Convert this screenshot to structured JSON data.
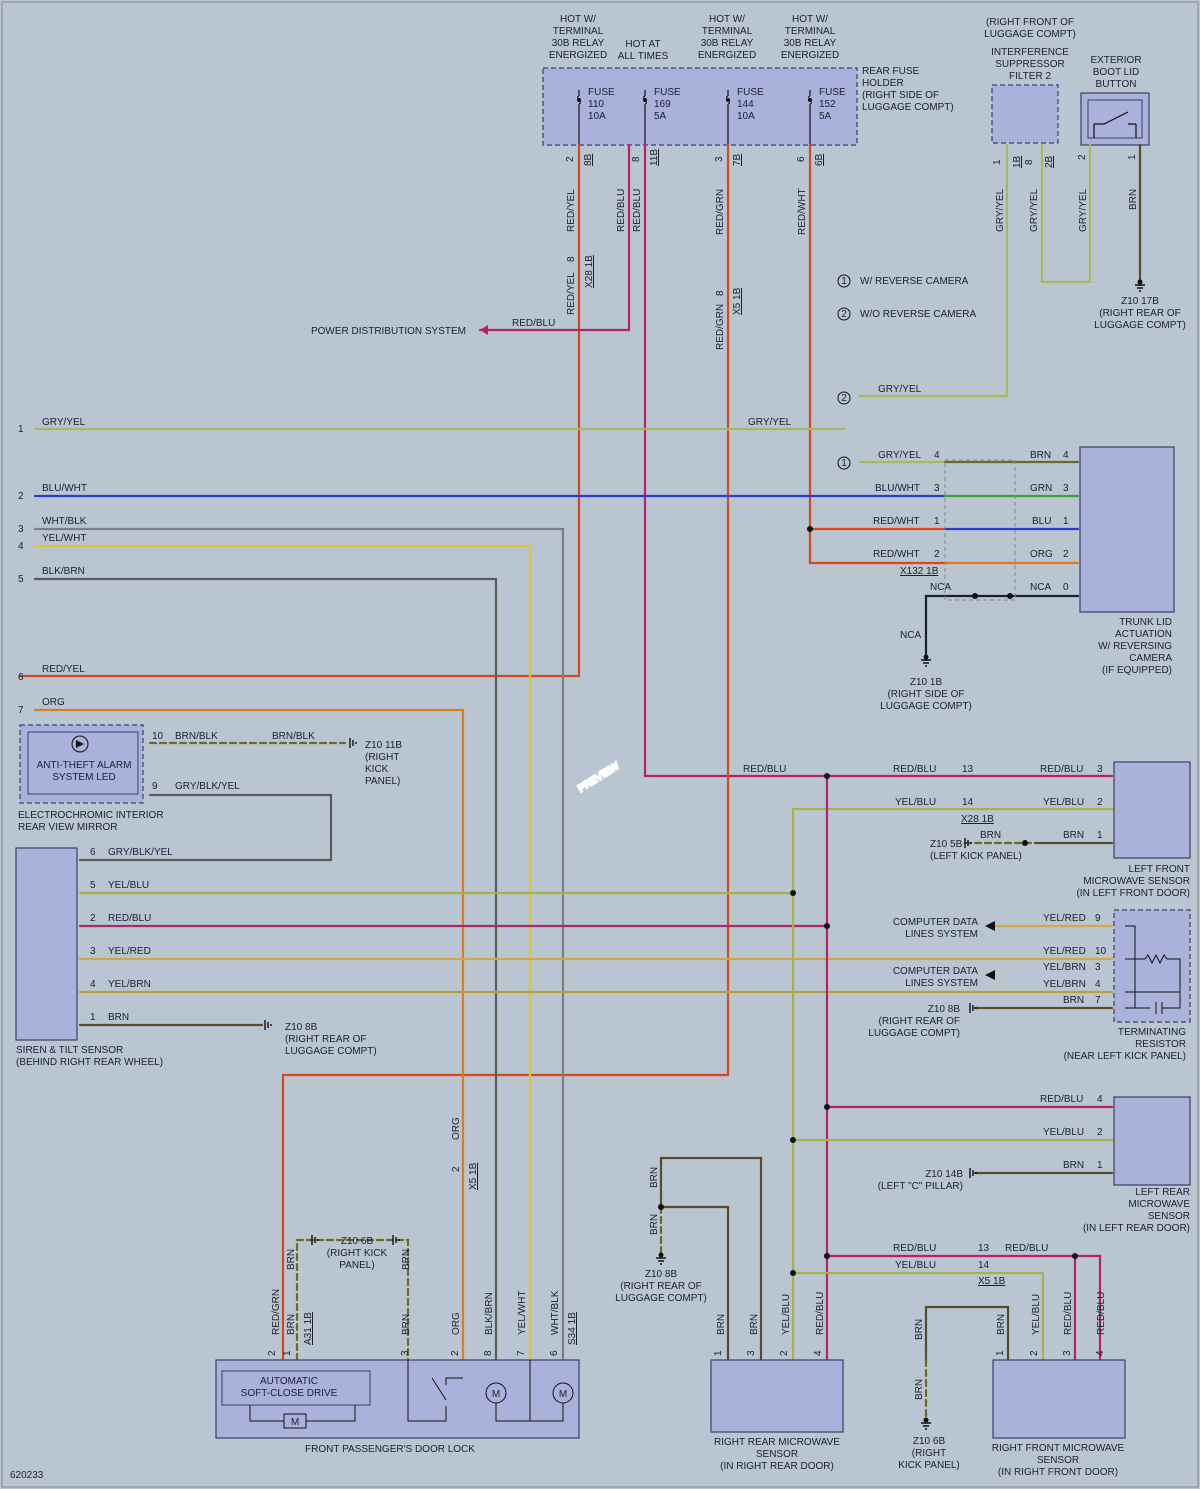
{
  "diagram_id": "620233",
  "watermark": "PREVIEW",
  "fuse_box": {
    "header_30b_left": [
      "HOT W/",
      "TERMINAL",
      "30B RELAY",
      "ENERGIZED"
    ],
    "header_hot_all": [
      "HOT AT",
      "ALL TIMES"
    ],
    "header_30b_mid": [
      "HOT W/",
      "TERMINAL",
      "30B RELAY",
      "ENERGIZED"
    ],
    "header_30b_right": [
      "HOT W/",
      "TERMINAL",
      "30B RELAY",
      "ENERGIZED"
    ],
    "name": [
      "REAR FUSE",
      "HOLDER",
      "(RIGHT SIDE OF",
      "LUGGAGE COMPT)"
    ],
    "fuses": [
      {
        "label": "FUSE",
        "num": "110",
        "amp": "10A",
        "pin": "2",
        "conn": "8B"
      },
      {
        "label": "FUSE",
        "num": "169",
        "amp": "5A",
        "pin": "8",
        "conn": "11B"
      },
      {
        "label": "FUSE",
        "num": "144",
        "amp": "10A",
        "pin": "3",
        "conn": "7B"
      },
      {
        "label": "FUSE",
        "num": "152",
        "amp": "5A",
        "pin": "6",
        "conn": "6B"
      }
    ]
  },
  "suppressor": {
    "location": [
      "(RIGHT FRONT OF",
      "LUGGAGE COMPT)"
    ],
    "name": [
      "INTERFERENCE",
      "SUPPRESSOR",
      "FILTER 2"
    ],
    "pin1": "1",
    "conn1": "1B",
    "pin2": "8",
    "conn2": "2B"
  },
  "boot_button": {
    "name": [
      "EXTERIOR",
      "BOOT LID",
      "BUTTON"
    ],
    "pin_a": "2",
    "pin_b": "1"
  },
  "legend": [
    {
      "num": "1",
      "text": "W/ REVERSE CAMERA"
    },
    {
      "num": "2",
      "text": "W/O REVERSE CAMERA"
    }
  ],
  "wires": {
    "red_yel": "RED/YEL",
    "red_blu": "RED/BLU",
    "red_grn": "RED/GRN",
    "red_wht": "RED/WHT",
    "gry_yel": "GRY/YEL",
    "brn": "BRN",
    "blu_wht": "BLU/WHT",
    "wht_blk": "WHT/BLK",
    "yel_wht": "YEL/WHT",
    "blk_brn": "BLK/BRN",
    "org": "ORG",
    "brn_blk": "BRN/BLK",
    "gry_blk_yel": "GRY/BLK/YEL",
    "yel_blu": "YEL/BLU",
    "yel_red": "YEL/RED",
    "yel_brn": "YEL/BRN",
    "grn": "GRN",
    "blu": "BLU",
    "nca": "NCA"
  },
  "connectors": {
    "x28": "X28 1B",
    "x5": "X5 1B",
    "x132": "X132 1B",
    "a31": "A31 1B",
    "s34": "S34 1B",
    "x28_pin": "8",
    "x5_pin": "8",
    "x5_org_pin": "2"
  },
  "pdist": "POWER DISTRIBUTION SYSTEM",
  "left_pins": [
    "1",
    "2",
    "3",
    "4",
    "5",
    "6",
    "7"
  ],
  "grounds": {
    "z10_17b": [
      "Z10 17B",
      "(RIGHT REAR OF",
      "LUGGAGE COMPT)"
    ],
    "z10_1b": [
      "Z10 1B",
      "(RIGHT SIDE OF",
      "LUGGAGE COMPT)"
    ],
    "z10_11b": [
      "Z10 11B",
      "(RIGHT",
      "KICK",
      "PANEL)"
    ],
    "z10_8b_a": [
      "Z10 8B",
      "(RIGHT REAR OF",
      "LUGGAGE COMPT)"
    ],
    "z10_5b": [
      "Z10 5B",
      "(LEFT KICK PANEL)"
    ],
    "z10_8b_b": [
      "Z10 8B",
      "(RIGHT REAR OF",
      "LUGGAGE COMPT)"
    ],
    "z10_14b": [
      "Z10 14B",
      "(LEFT \"C\" PILLAR)"
    ],
    "z10_6b_a": [
      "Z10 6B",
      "(RIGHT KICK",
      "PANEL)"
    ],
    "z10_8b_c": [
      "Z10 8B",
      "(RIGHT REAR OF",
      "LUGGAGE COMPT)"
    ],
    "z10_6b_b": [
      "Z10 6B",
      "(RIGHT",
      "KICK PANEL)"
    ]
  },
  "camera": {
    "name": [
      "TRUNK LID",
      "ACTUATION",
      "W/ REVERSING",
      "CAMERA",
      "(IF EQUIPPED)"
    ],
    "left_pins": [
      "4",
      "3",
      "1",
      "2"
    ],
    "right_pins": [
      "4",
      "3",
      "1",
      "2",
      "0"
    ]
  },
  "mirror": {
    "led": [
      "ANTI-THEFT ALARM",
      "SYSTEM LED"
    ],
    "name": [
      "ELECTROCHROMIC INTERIOR",
      "REAR VIEW MIRROR"
    ],
    "pin10": "10",
    "pin9": "9"
  },
  "siren": {
    "name": [
      "SIREN & TILT SENSOR",
      "(BEHIND RIGHT REAR WHEEL)"
    ],
    "pins": [
      "6",
      "5",
      "2",
      "3",
      "4",
      "1"
    ]
  },
  "lf_sensor": {
    "name": [
      "LEFT FRONT",
      "MICROWAVE SENSOR",
      "(IN LEFT FRONT DOOR)"
    ],
    "pins": [
      "3",
      "2",
      "1"
    ],
    "conn_pins": [
      "13",
      "14"
    ]
  },
  "term_res": {
    "name": [
      "TERMINATING",
      "RESISTOR",
      "(NEAR LEFT KICK PANEL)"
    ],
    "pins": [
      "9",
      "10",
      "3",
      "4",
      "7"
    ]
  },
  "cds": [
    "COMPUTER DATA",
    "LINES SYSTEM"
  ],
  "lr_sensor": {
    "name": [
      "LEFT REAR",
      "MICROWAVE",
      "SENSOR",
      "(IN LEFT REAR DOOR)"
    ],
    "pins": [
      "4",
      "2",
      "1"
    ]
  },
  "door_lock": {
    "drive": [
      "AUTOMATIC",
      "SOFT-CLOSE DRIVE"
    ],
    "name": "FRONT PASSENGER'S DOOR LOCK",
    "pins": [
      "2",
      "1",
      "3",
      "2",
      "8",
      "7",
      "6"
    ]
  },
  "rr_sensor": {
    "name": [
      "RIGHT REAR MICROWAVE",
      "SENSOR",
      "(IN RIGHT REAR DOOR)"
    ],
    "pins": [
      "1",
      "3",
      "2",
      "4"
    ]
  },
  "rf_sensor": {
    "name": [
      "RIGHT FRONT MICROWAVE",
      "SENSOR",
      "(IN RIGHT FRONT DOOR)"
    ],
    "pins": [
      "1",
      "2",
      "3",
      "4"
    ]
  },
  "colors": {
    "red": "#d44a1c",
    "magenta": "#b8206e",
    "grayyel": "#a8b85a",
    "blue": "#2e3bd0",
    "brown": "#5a4a2a",
    "gray": "#7a7e85",
    "yellow": "#d6c838",
    "orange": "#e07a1a",
    "dark": "#1b1f33",
    "green": "#3aa23a",
    "yelbrn": "#b8a040",
    "yelblu": "#a8b048",
    "dashbrn": "#6b6a22"
  }
}
